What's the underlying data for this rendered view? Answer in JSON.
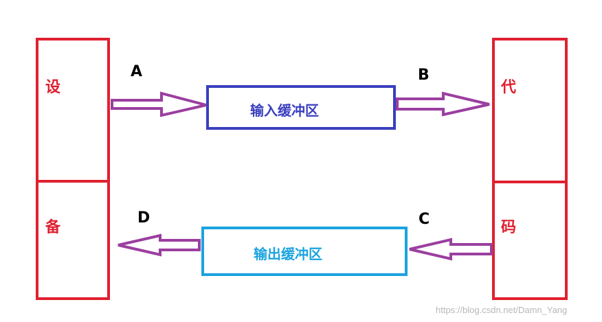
{
  "device": {
    "char_top": "设",
    "char_bottom": "备"
  },
  "code": {
    "char_top": "代",
    "char_bottom": "码"
  },
  "buffers": {
    "input": "输入缓冲区",
    "output": "输出缓冲区"
  },
  "arrow_labels": {
    "a": "A",
    "b": "B",
    "c": "C",
    "d": "D"
  },
  "watermark": "https://blog.csdn.net/Damn_Yang",
  "colors": {
    "device_code_border": "#e02030",
    "input_border": "#3a3fbf",
    "output_border": "#1aa3e0",
    "arrow": "#9b3fa0"
  }
}
